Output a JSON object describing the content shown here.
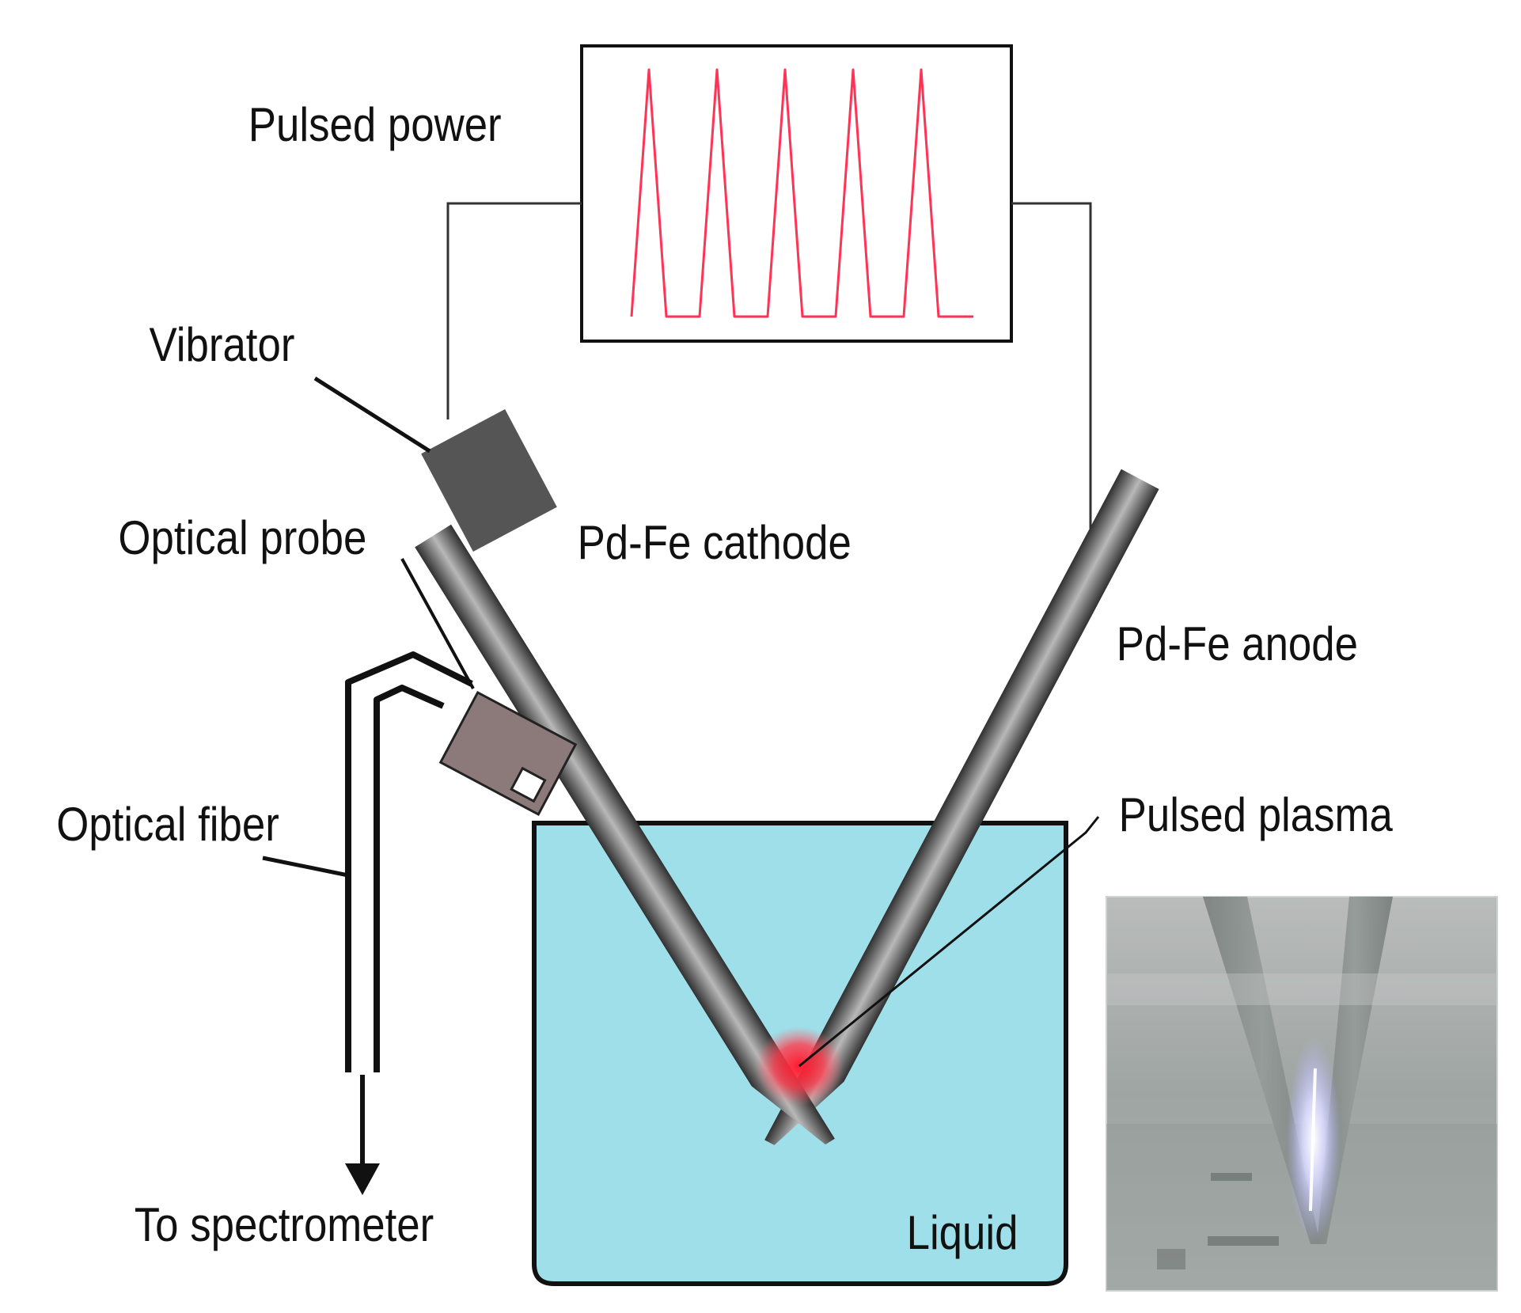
{
  "labels": {
    "pulsed_power": "Pulsed power",
    "vibrator": "Vibrator",
    "optical_probe": "Optical probe",
    "pd_fe_cathode": "Pd-Fe cathode",
    "pd_fe_anode": "Pd-Fe anode",
    "optical_fiber": "Optical fiber",
    "pulsed_plasma": "Pulsed plasma",
    "to_spectrometer": "To spectrometer",
    "liquid": "Liquid"
  },
  "colors": {
    "waveform": "#ff3355",
    "liquid": "#9edfe9",
    "vibrator": "#555555",
    "probe": "#8c7a7b",
    "plasma": "#ff1a2e",
    "wire": "#333333"
  },
  "waveform": {
    "pulse_count": 5
  }
}
